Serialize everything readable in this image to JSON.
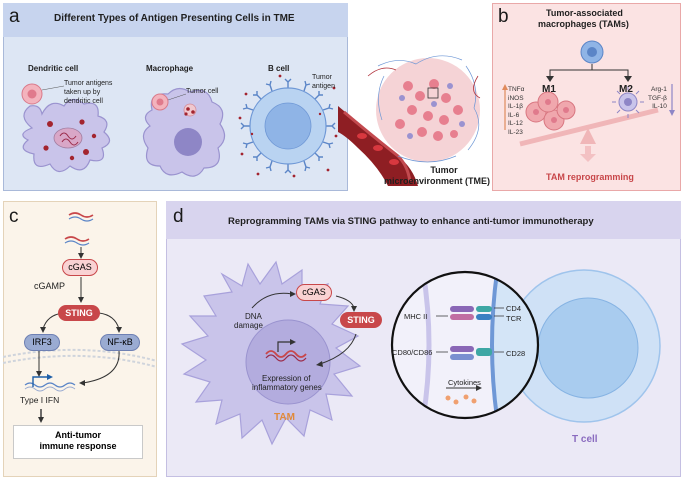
{
  "panel_a": {
    "letter": "a",
    "title": "Different Types of Antigen Presenting Cells in TME",
    "dendritic": {
      "title": "Dendritic cell",
      "annotation_line1": "Tumor antigens",
      "annotation_line2": "taken up by",
      "annotation_line3": "dendritic cell"
    },
    "macrophage": {
      "title": "Macrophage",
      "annotation": "Tumor cell"
    },
    "bcell": {
      "title": "B cell",
      "annotation_line1": "Tumor",
      "annotation_line2": "antigen"
    }
  },
  "tme": {
    "label_line1": "Tumor",
    "label_line2": "microenvironment (TME)"
  },
  "panel_b": {
    "letter": "b",
    "title_line1": "Tumor-associated",
    "title_line2": "macrophages (TAMs)",
    "m1": "M1",
    "m2": "M2",
    "m1_markers": [
      "TNFα",
      "iNOS",
      "IL-1β",
      "IL-6",
      "IL-12",
      "IL-23"
    ],
    "m2_markers": [
      "Arg-1",
      "TGF-β",
      "IL-10"
    ],
    "reprogramming": "TAM reprogramming"
  },
  "panel_c": {
    "letter": "c",
    "cgas": "cGAS",
    "cgamp": "cGAMP",
    "sting": "STING",
    "irf3": "IRF3",
    "nfkb": "NF-κB",
    "ifn": "Type I IFN",
    "response_line1": "Anti-tumor",
    "response_line2": "immune response"
  },
  "panel_d": {
    "letter": "d",
    "title": "Reprogramming TAMs via STING pathway to enhance anti-tumor immunotherapy",
    "dna_damage_line1": "DNA",
    "dna_damage_line2": "damage",
    "cgas": "cGAS",
    "sting": "STING",
    "expression_line1": "Expression of",
    "expression_line2": "inflammatory genes",
    "tam": "TAM",
    "mhc": "MHC II",
    "tcr": "TCR",
    "cd4": "CD4",
    "cd80": "CD80/CD86",
    "cd28": "CD28",
    "cytokines": "Cytokines",
    "tcell": "T cell"
  },
  "colors": {
    "panel_a_bg": "#dde6f4",
    "panel_b_bg": "#fbe3e3",
    "panel_c_bg": "#fbf4ea",
    "panel_d_bg": "#ebe9f6",
    "cell_purple": "#c9c4ea",
    "sting_red": "#c8474a",
    "pathway_blue": "#9aabd2",
    "tcell_blue": "#9fc4ec",
    "tam_orange": "#e0893a"
  }
}
